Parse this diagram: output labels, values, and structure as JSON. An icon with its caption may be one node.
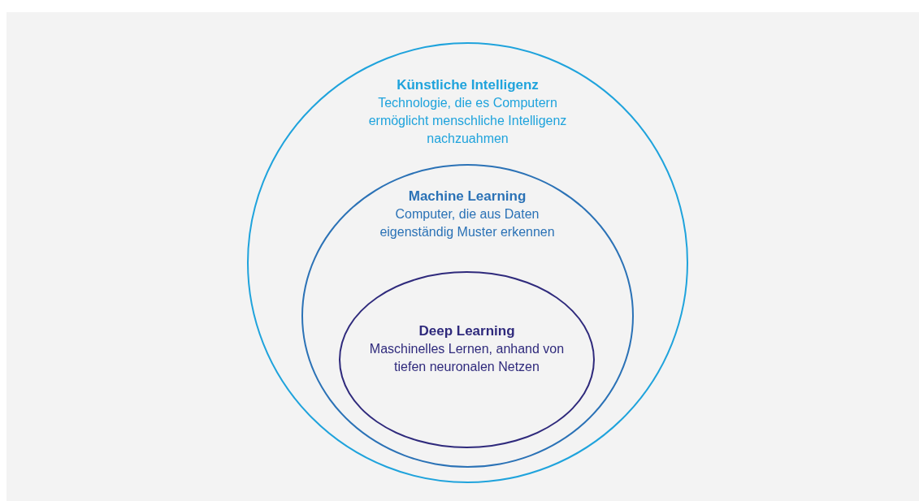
{
  "diagram": {
    "nodes": [
      {
        "text": [
          "Künstliche Intelligenz",
          "Technologie, die es Computern ermöglicht menschliche Intelligenz nachzuahmen"
        ]
      },
      {
        "text": [
          "Machine Learning",
          "Computer, die aus Daten eigenständig Muster erkennen"
        ],
        "in": 0
      },
      {
        "text": [
          "Deep Learning",
          "Maschinelles Lernen, anhand von tiefen neuronalen Netzen"
        ],
        "in": 1
      }
    ]
  }
}
